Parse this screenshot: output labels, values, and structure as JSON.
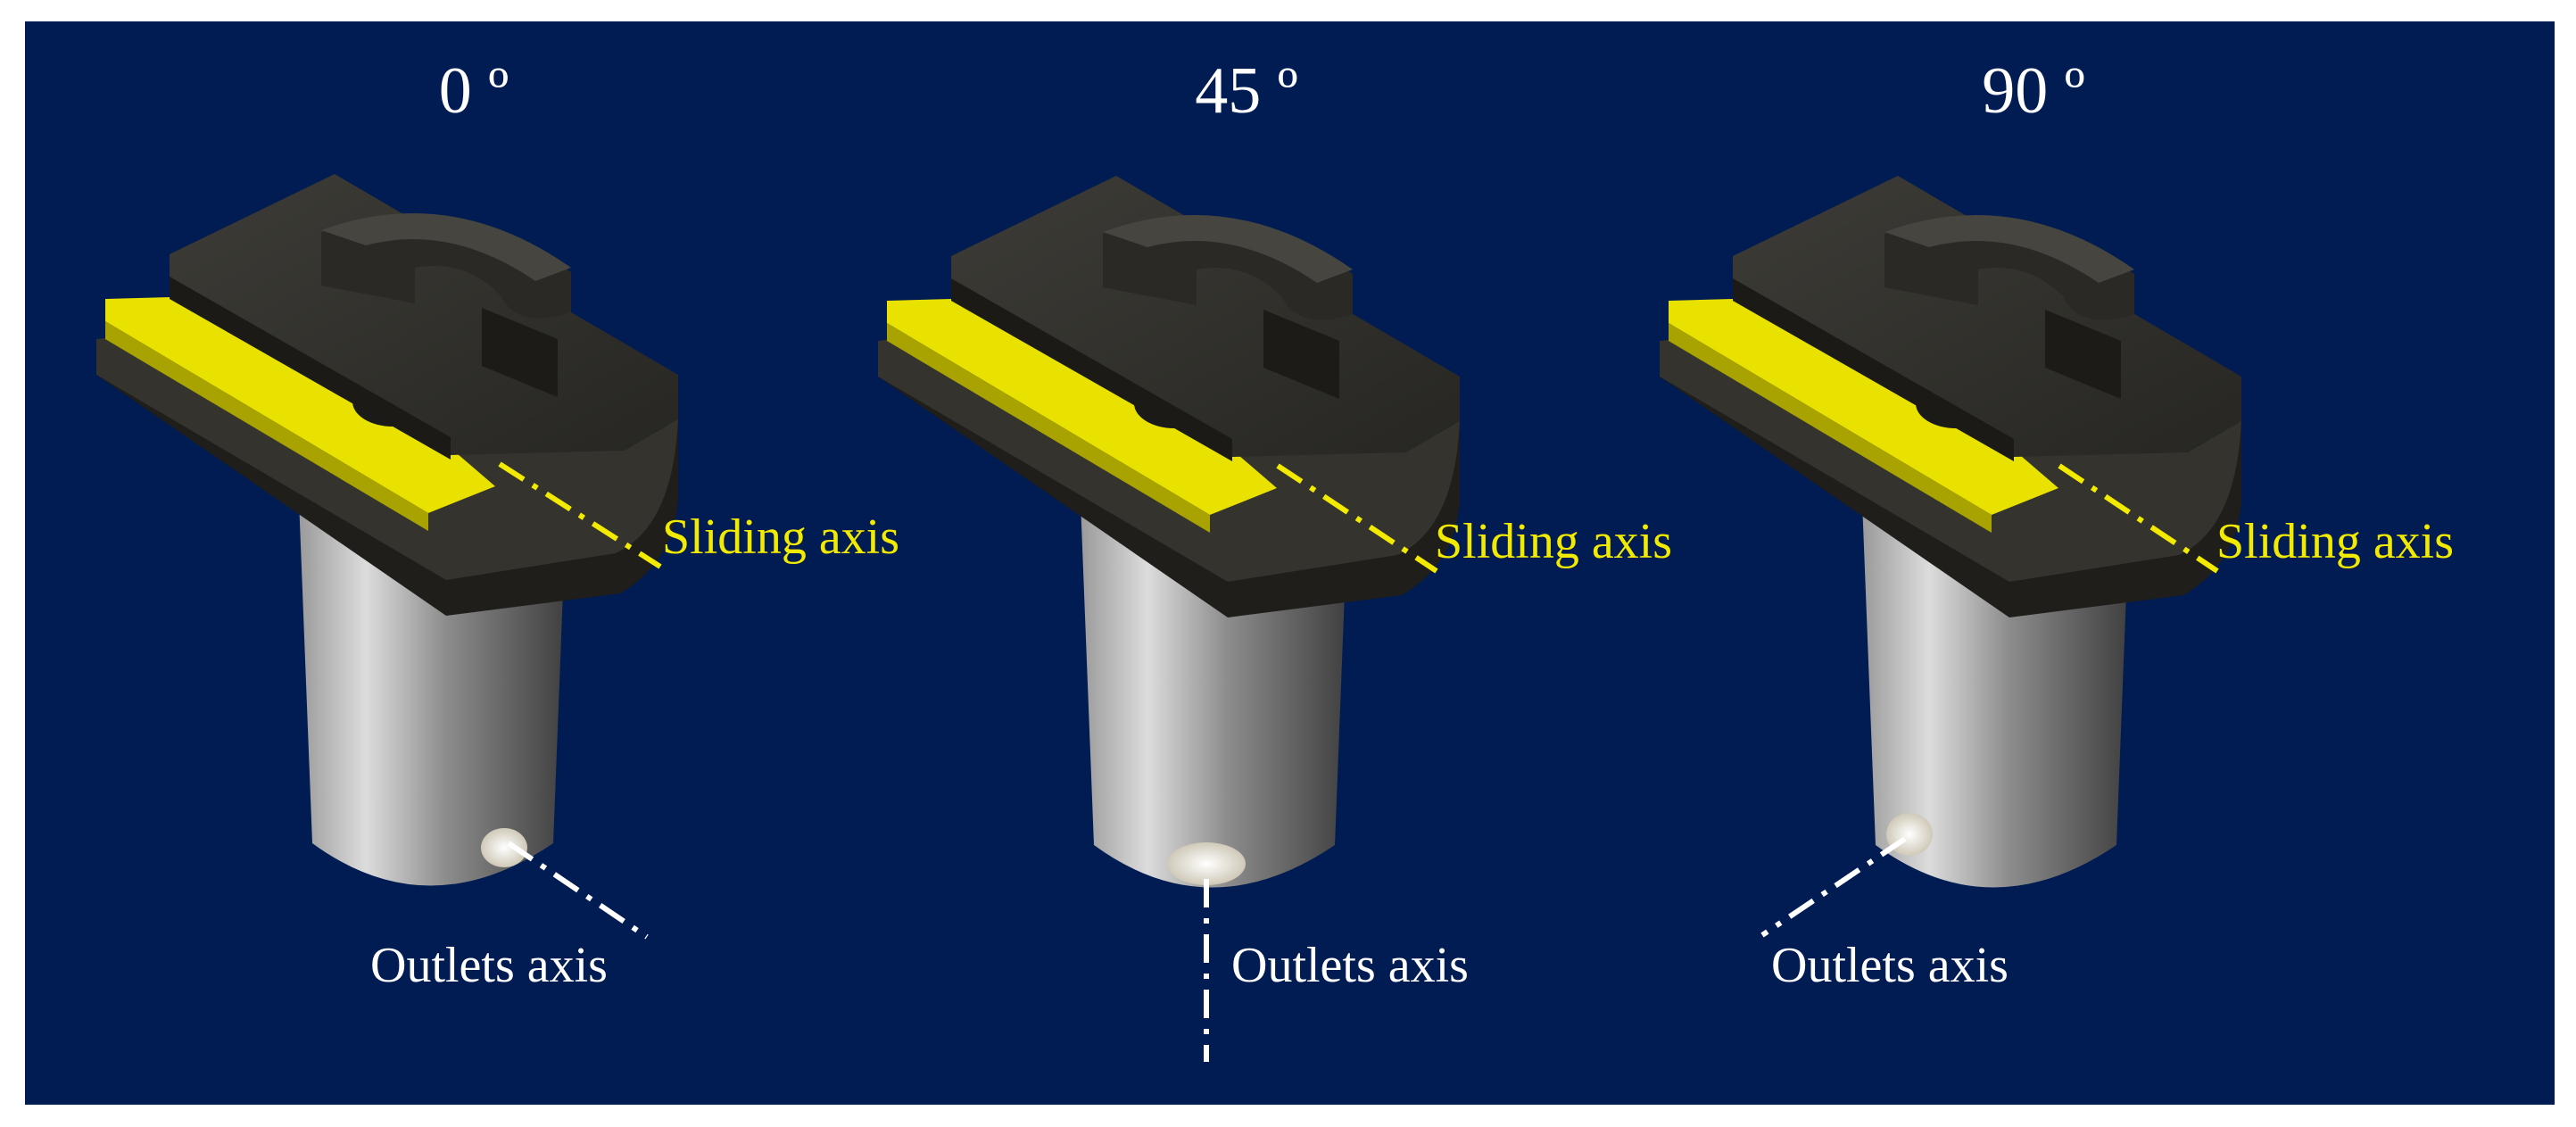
{
  "colors": {
    "background": "#001c52",
    "slider_yellow": "#e9e200",
    "body_dark": "#2e2d29",
    "tube_grey": "#8a8a8a",
    "axis_white": "#ffffff"
  },
  "panels": [
    {
      "title": "0 º",
      "sliding_label": "Sliding axis",
      "outlets_label": "Outlets axis",
      "outlet_direction": "right-down"
    },
    {
      "title": "45 º",
      "sliding_label": "Sliding axis",
      "outlets_label": "Outlets axis",
      "outlet_direction": "down"
    },
    {
      "title": "90 º",
      "sliding_label": "Sliding axis",
      "outlets_label": "Outlets axis",
      "outlet_direction": "left-down"
    }
  ]
}
